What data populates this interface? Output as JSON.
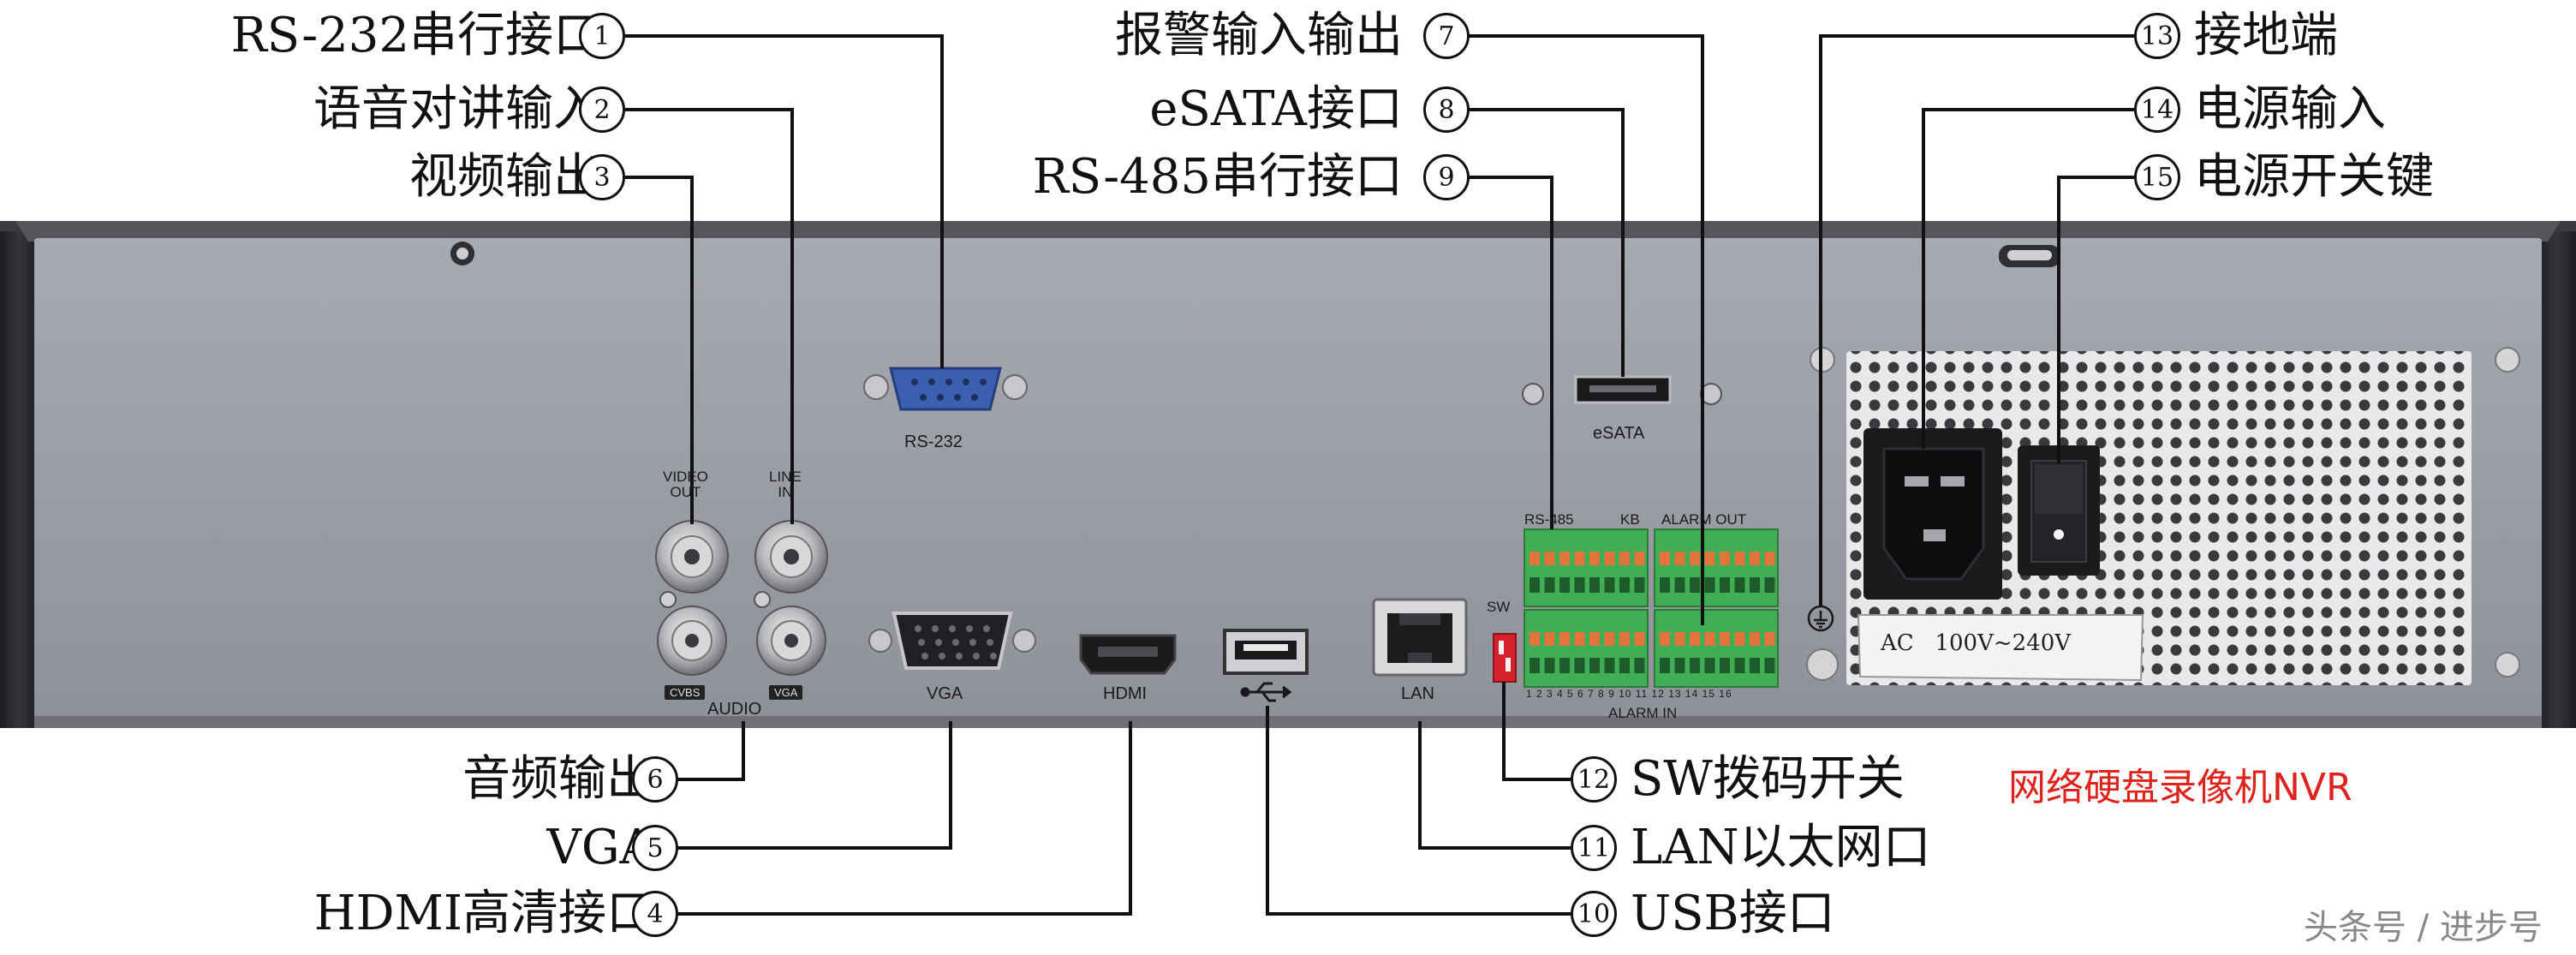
{
  "callouts": [
    {
      "id": 1,
      "label": "RS-232串行接口"
    },
    {
      "id": 2,
      "label": "语音对讲输入"
    },
    {
      "id": 3,
      "label": "视频输出"
    },
    {
      "id": 4,
      "label": "HDMI高清接口"
    },
    {
      "id": 5,
      "label": "VGA"
    },
    {
      "id": 6,
      "label": "音频输出"
    },
    {
      "id": 7,
      "label": "报警输入输出"
    },
    {
      "id": 8,
      "label": "eSATA接口"
    },
    {
      "id": 9,
      "label": "RS-485串行接口"
    },
    {
      "id": 10,
      "label": "USB接口"
    },
    {
      "id": 11,
      "label": "LAN以太网口"
    },
    {
      "id": 12,
      "label": "SW拨码开关"
    },
    {
      "id": 13,
      "label": "接地端"
    },
    {
      "id": 14,
      "label": "电源输入"
    },
    {
      "id": 15,
      "label": "电源开关键"
    }
  ],
  "panel_labels": {
    "rs232": "RS-232",
    "video_out": "VIDEO\nOUT",
    "line_in": "LINE\nIN",
    "cvbs": "CVBS",
    "vga_tag": "VGA",
    "audio": "AUDIO",
    "vga": "VGA",
    "hdmi": "HDMI",
    "lan": "LAN",
    "esata": "eSATA",
    "rs485": "RS-485",
    "kb": "KB",
    "alarm_out": "ALARM OUT",
    "alarm_in": "ALARM IN",
    "alarm_in_numbers": "1 2 3 4 5 6 7 8 9 10 11 12 13 14 15 16",
    "sw": "SW",
    "ac_rating": "AC   100V~240V"
  },
  "caption": "网络硬盘录像机NVR",
  "watermark": "头条号 / 进步号",
  "colors": {
    "panel": "#9a9ca3",
    "bezel": "#2b2c30",
    "terminal_green": "#3fae55",
    "terminal_orange": "#e2733a",
    "caption_red": "#e0221c",
    "db9_blue": "#3d5fb0"
  },
  "icons": [
    "ground-icon",
    "usb-icon"
  ]
}
